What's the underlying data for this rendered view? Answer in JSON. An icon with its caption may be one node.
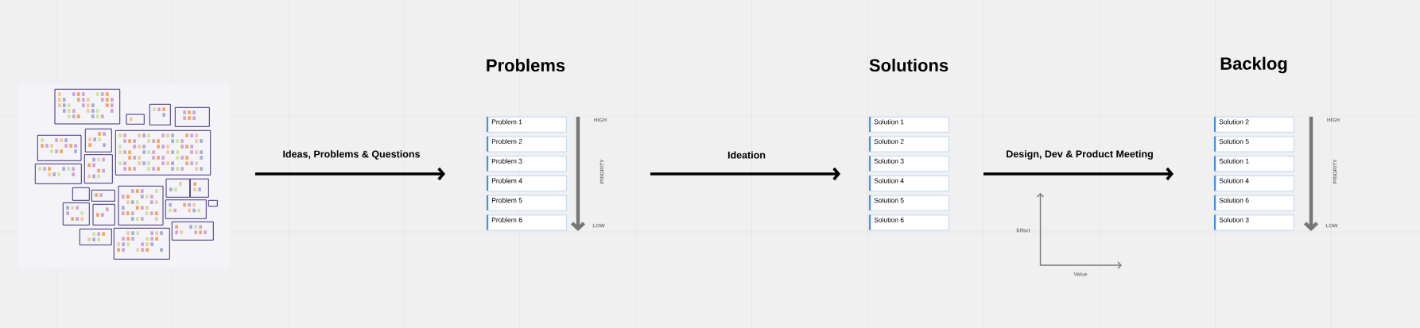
{
  "diagram": {
    "nodes": [
      {
        "text": [],
        "shape": "picture"
      },
      {
        "text": [
          "Problem 1"
        ]
      },
      {
        "text": [
          "Problem 2"
        ]
      },
      {
        "text": [
          "Problem 3"
        ]
      },
      {
        "text": [
          "Problem 4"
        ]
      },
      {
        "text": [
          "Problem 5"
        ]
      },
      {
        "text": [
          "Problem 6"
        ]
      },
      {
        "text": [
          "Solution 1"
        ]
      },
      {
        "text": [
          "Solution 2"
        ]
      },
      {
        "text": [
          "Solution 3"
        ]
      },
      {
        "text": [
          "Solution 4"
        ]
      },
      {
        "text": [
          "Solution 5"
        ]
      },
      {
        "text": [
          "Solution 6"
        ]
      },
      {
        "text": [
          "Solution 2"
        ]
      },
      {
        "text": [
          "Solution 5"
        ]
      },
      {
        "text": [
          "Solution 1"
        ]
      },
      {
        "text": [
          "Solution 4"
        ]
      },
      {
        "text": [
          "Solution 6"
        ]
      },
      {
        "text": [
          "Solution 3"
        ]
      }
    ],
    "labels": [
      "Ideas, Problems & Questions",
      "Problems",
      "HIGH",
      "PRIORITY",
      "LOW",
      "Ideation",
      "Solutions",
      "Design, Dev & Product Meeting",
      "Effort",
      "Value",
      "Backlog",
      "HIGH",
      "PRIORITY",
      "LOW"
    ]
  }
}
